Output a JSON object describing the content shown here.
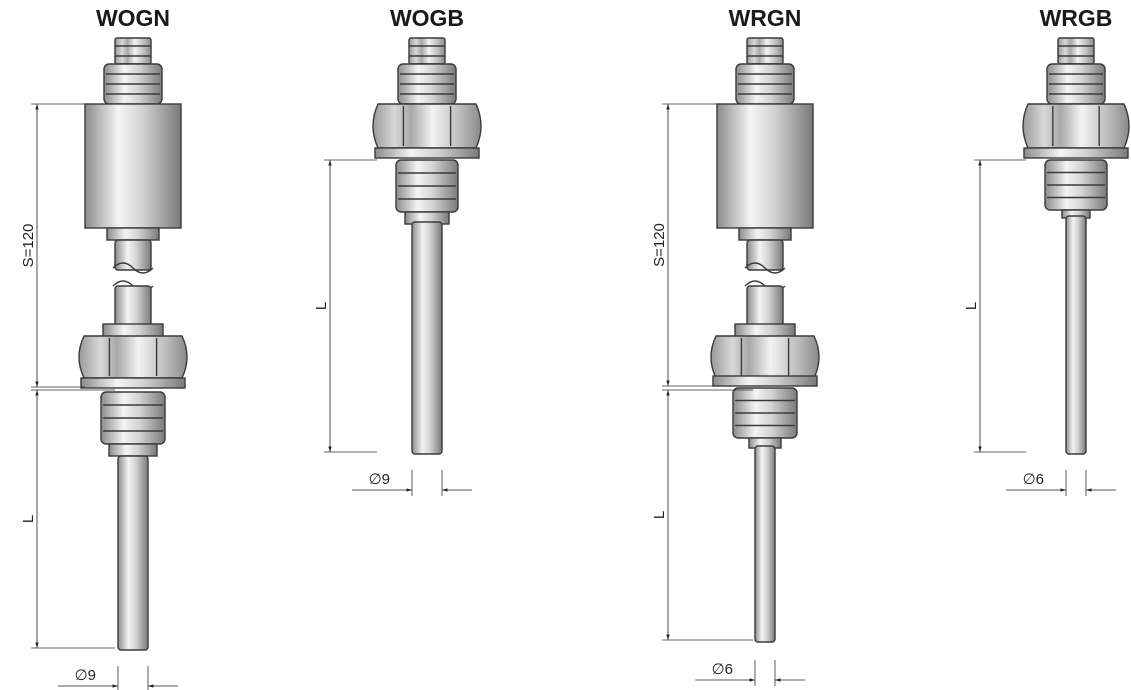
{
  "diagrams": [
    {
      "title": "WOGN",
      "labels": {
        "s": "S=120",
        "l": "L",
        "d": "∅9"
      }
    },
    {
      "title": "WOGB",
      "labels": {
        "l": "L",
        "d": "∅9"
      }
    },
    {
      "title": "WRGN",
      "labels": {
        "s": "S=120",
        "l": "L",
        "d": "∅6"
      }
    },
    {
      "title": "WRGB",
      "labels": {
        "l": "L",
        "d": "∅6"
      }
    }
  ],
  "colors": {
    "metal_light": "#f4f4f4",
    "metal_mid": "#c6c6c6",
    "metal_dark": "#8c8c8c",
    "outline": "#3a3a3a"
  }
}
